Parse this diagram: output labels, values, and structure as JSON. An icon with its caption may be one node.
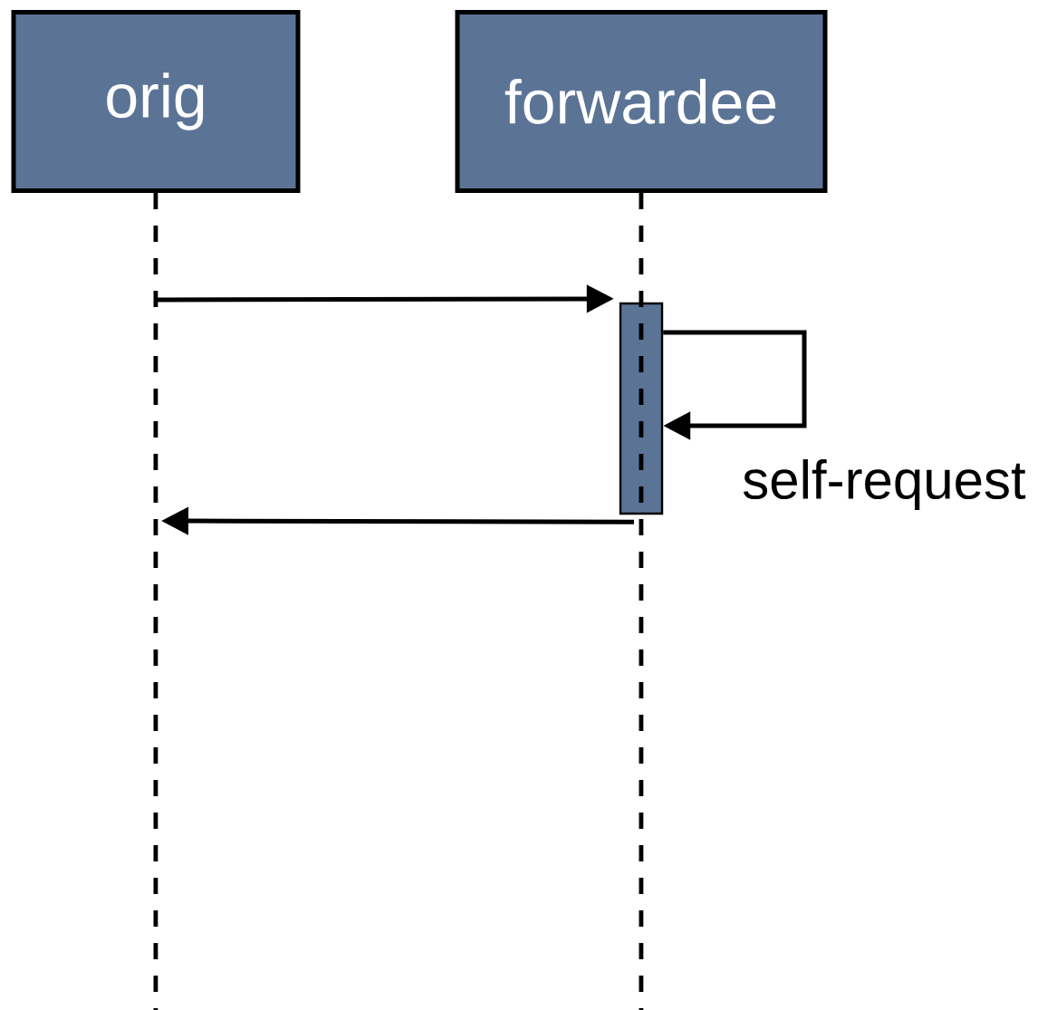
{
  "diagram": {
    "nodes": [
      {
        "text": [
          "orig"
        ]
      },
      {
        "text": [
          "forwardee"
        ]
      },
      {
        "text": [],
        "shape": "bar"
      }
    ],
    "edges": [
      {
        "from": 0,
        "to": null,
        "arrow": "none",
        "style": "dashed"
      },
      {
        "from": 1,
        "to": null,
        "arrow": "none",
        "style": "dashed"
      },
      {
        "from": null,
        "to": 2,
        "arrow": "to"
      },
      {
        "from": 2,
        "to": 2,
        "arrow": "to",
        "label": "self-request"
      },
      {
        "from": 2,
        "to": null,
        "arrow": "to"
      }
    ]
  }
}
